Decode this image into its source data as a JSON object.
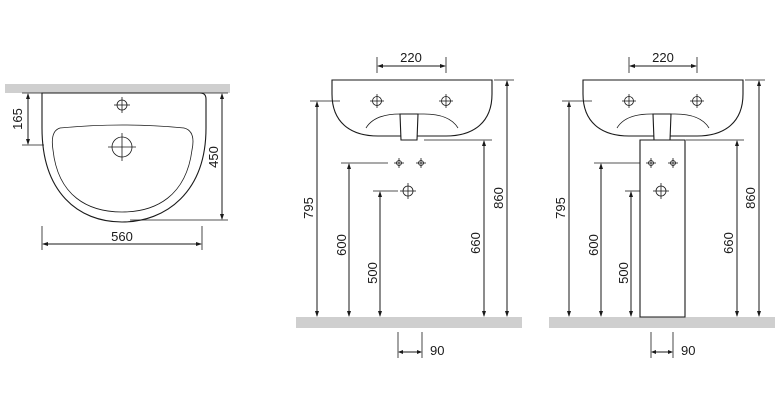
{
  "top_view": {
    "depth_to_taphole": "165",
    "depth": "450",
    "width": "560"
  },
  "front_view_wall": {
    "taphole_spacing": "220",
    "rim_height": "795",
    "supply_height": "600",
    "drain_height": "500",
    "trap_height": "660",
    "overall_height": "860",
    "drain_offset": "90"
  },
  "front_view_pedestal": {
    "taphole_spacing": "220",
    "rim_height": "795",
    "supply_height": "600",
    "drain_height": "500",
    "trap_height": "660",
    "overall_height": "860",
    "drain_offset": "90"
  },
  "colors": {
    "line": "#1a1a1a",
    "floor": "#cfcfcf"
  }
}
